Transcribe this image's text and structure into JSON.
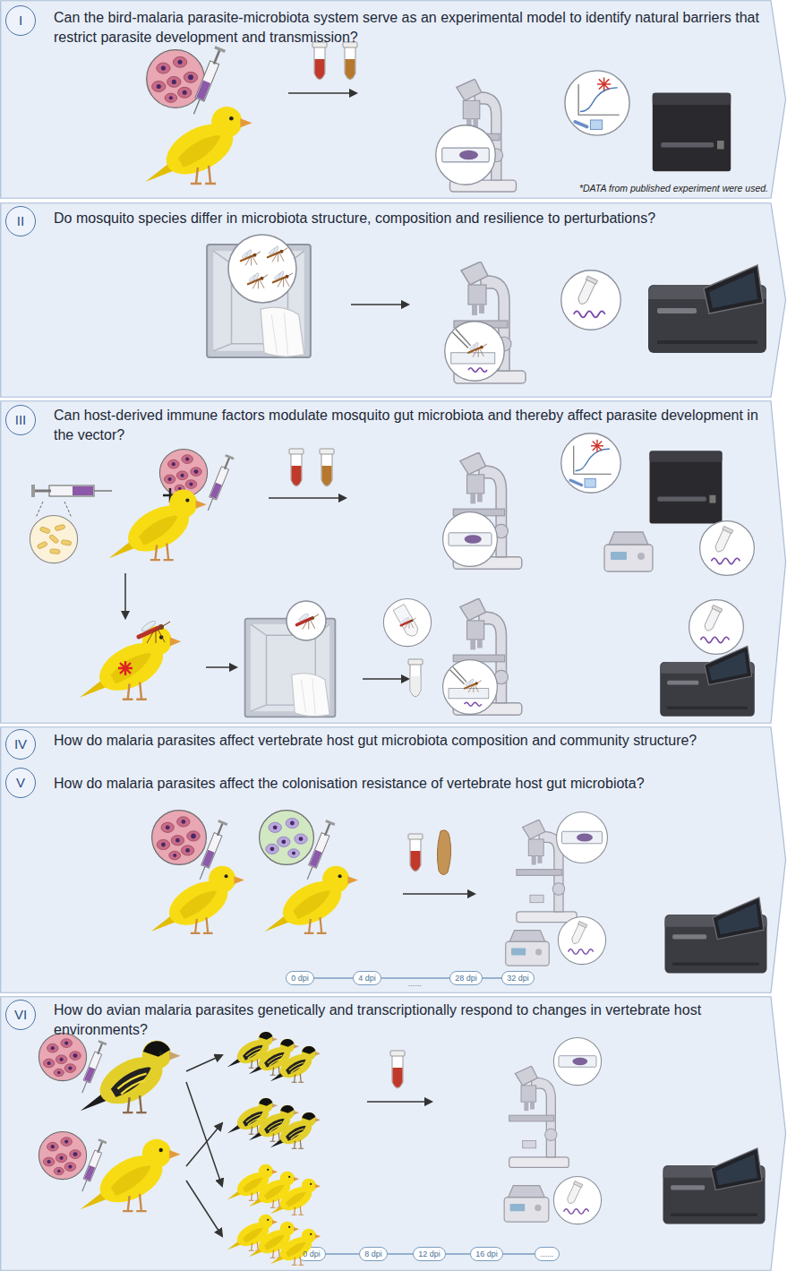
{
  "diagram": {
    "nodes": [
      {
        "text": [
          "Can the bird-malaria parasite-microbiota system serve as an experimental model to identify natural barriers that restrict parasite development and transmission?"
        ]
      },
      {
        "text": [
          "I"
        ],
        "in": 0
      },
      {
        "text": [
          "Do mosquito species differ in microbiota structure, composition and resilience to perturbations?"
        ]
      },
      {
        "text": [
          "II"
        ],
        "in": 2
      },
      {
        "text": [
          "Can host-derived immune factors modulate mosquito gut microbiota and thereby affect parasite development in the vector?"
        ]
      },
      {
        "text": [
          "III"
        ],
        "in": 4
      },
      {
        "text": [
          "How do malaria parasites affect vertebrate host gut microbiota composition and community structure?",
          "How do malaria parasites affect the colonisation resistance of vertebrate host gut microbiota?"
        ]
      },
      {
        "text": [
          "IV"
        ],
        "in": 6
      },
      {
        "text": [
          "V"
        ],
        "in": 6
      },
      {
        "text": [
          "0 dpi"
        ],
        "in": 6
      },
      {
        "text": [
          "4 dpi"
        ],
        "in": 6
      },
      {
        "text": [
          "28 dpi"
        ],
        "in": 6
      },
      {
        "text": [
          "32 dpi"
        ],
        "in": 6
      },
      {
        "text": [
          "How do avian malaria parasites genetically and transcriptionally respond to changes in vertebrate host environments?"
        ]
      },
      {
        "text": [
          "VI"
        ],
        "in": 13
      },
      {
        "text": [
          "0 dpi"
        ],
        "in": 13
      },
      {
        "text": [
          "8 dpi"
        ],
        "in": 13
      },
      {
        "text": [
          "12 dpi"
        ],
        "in": 13
      },
      {
        "text": [
          "16 dpi"
        ],
        "in": 13
      },
      {
        "text": [
          "......"
        ],
        "in": 13
      }
    ],
    "edges": [
      {
        "from": 9,
        "to": 10,
        "arrow": "none"
      },
      {
        "from": 10,
        "to": 11,
        "arrow": "none",
        "label": "......"
      },
      {
        "from": 11,
        "to": 12,
        "arrow": "none"
      },
      {
        "from": 15,
        "to": 16,
        "arrow": "none"
      },
      {
        "from": 16,
        "to": 17,
        "arrow": "none"
      },
      {
        "from": 17,
        "to": 18,
        "arrow": "none"
      },
      {
        "from": 18,
        "to": 19,
        "arrow": "none"
      }
    ],
    "labels": [
      "*DATA from published experiment were used."
    ]
  }
}
